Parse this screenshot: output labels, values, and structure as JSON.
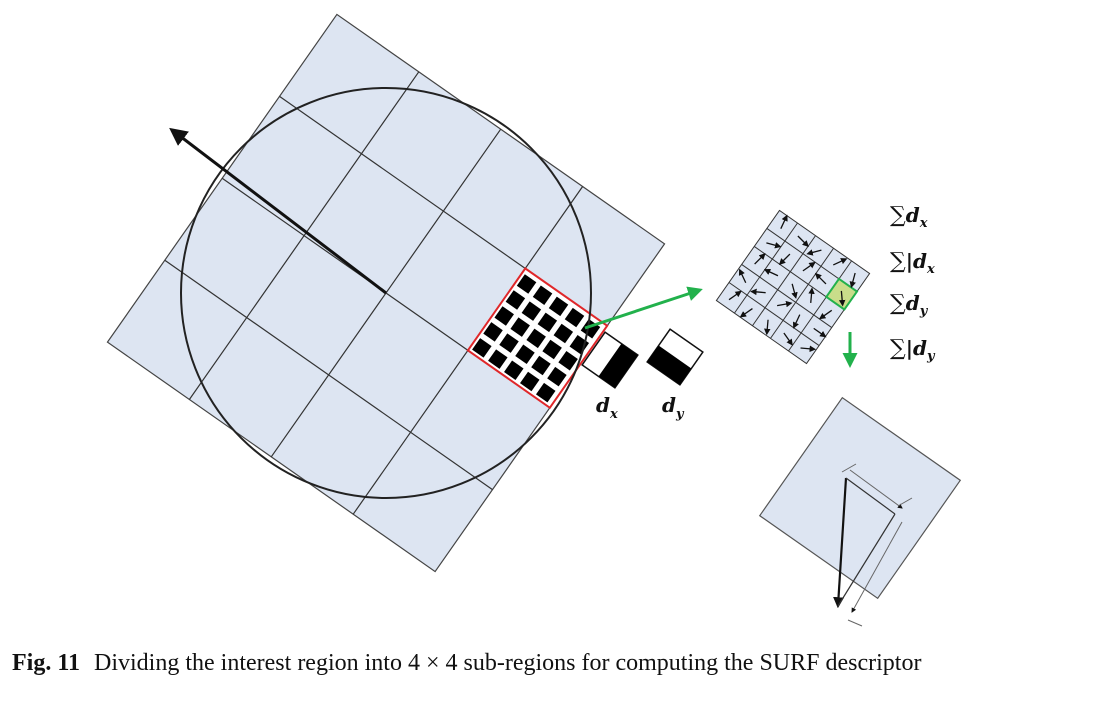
{
  "figure": {
    "derivative_labels": {
      "dx_base": "d",
      "dx_sub": "x",
      "dy_base": "d",
      "dy_sub": "y"
    },
    "sums": [
      {
        "sigma": "∑",
        "abs": "",
        "base": "d",
        "sub": "x"
      },
      {
        "sigma": "∑",
        "abs": "|",
        "base": "d",
        "sub": "x"
      },
      {
        "sigma": "∑",
        "abs": "",
        "base": "d",
        "sub": "y"
      },
      {
        "sigma": "∑",
        "abs": "|",
        "base": "d",
        "sub": "y"
      }
    ],
    "colors": {
      "region_fill": "#dde5f2",
      "grid_line": "#2a2a2a",
      "highlight_border": "#e0272a",
      "arrow_green": "#22b14c",
      "cell_highlight": "#c9dd8a"
    }
  },
  "caption": {
    "label": "Fig. 11",
    "text": "Dividing the interest region into 4 × 4 sub-regions for computing the SURF descriptor"
  }
}
